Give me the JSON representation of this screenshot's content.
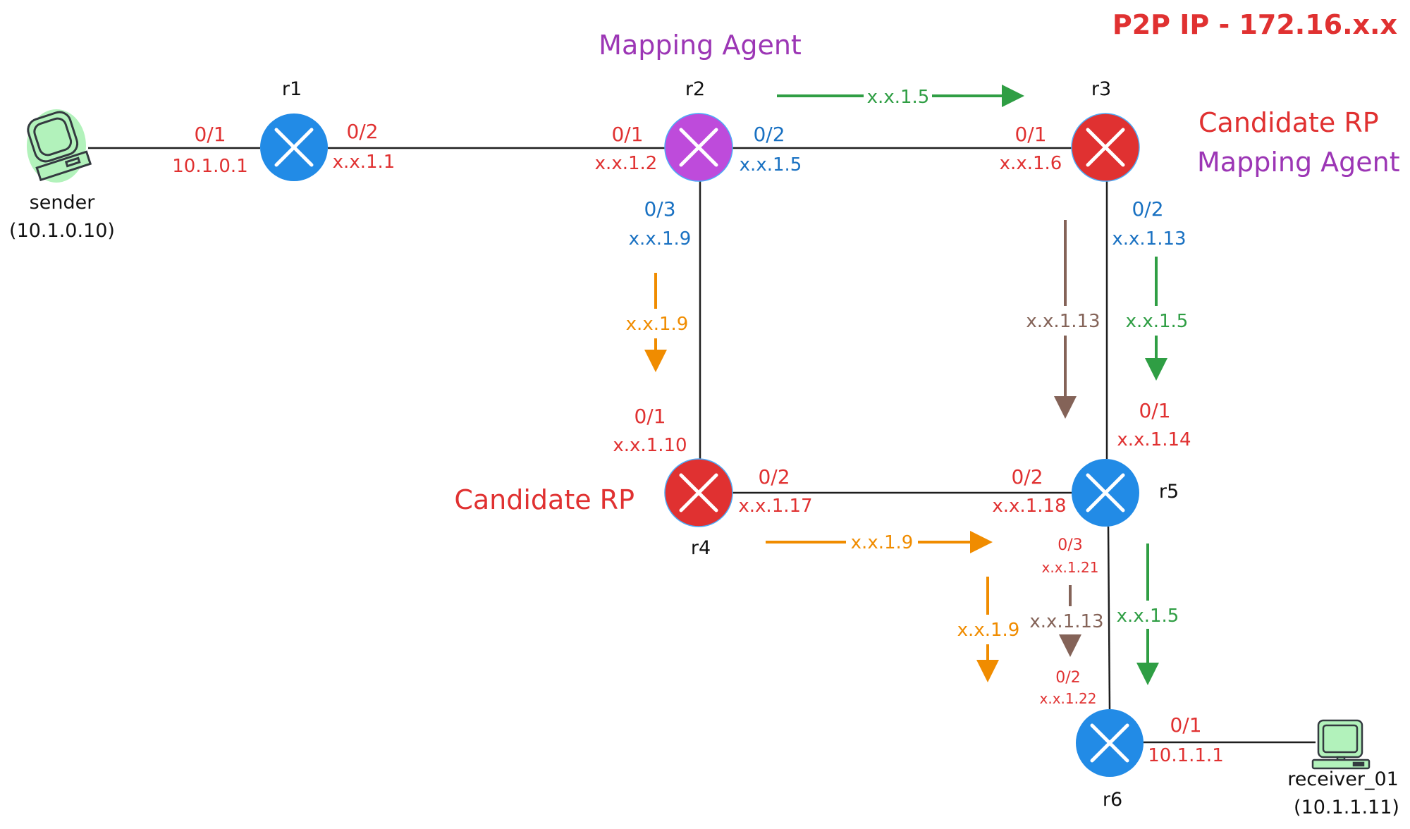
{
  "title": "P2P IP - 172.16.x.x",
  "colors": {
    "red": "#e03131",
    "blue": "#1971c2",
    "purple": "#9c36b5",
    "green": "#2f9e44",
    "orange": "#f08c00",
    "brown": "#846358",
    "router_blue": "#228be6",
    "router_red": "#e03131",
    "router_purple": "#be4bdb",
    "host_green": "#b2f2bb"
  },
  "hosts": {
    "sender": {
      "name": "sender",
      "ip": "(10.1.0.10)"
    },
    "receiver": {
      "name": "receiver_01",
      "ip": "(10.1.1.11)"
    }
  },
  "routers": {
    "r1": {
      "name": "r1"
    },
    "r2": {
      "name": "r2",
      "role": "Mapping Agent"
    },
    "r3": {
      "name": "r3",
      "role1": "Candidate RP",
      "role2": "Mapping Agent"
    },
    "r4": {
      "name": "r4",
      "role": "Candidate RP"
    },
    "r5": {
      "name": "r5"
    },
    "r6": {
      "name": "r6"
    }
  },
  "interfaces": {
    "r1_01": {
      "port": "0/1",
      "ip": "10.1.0.1"
    },
    "r1_02": {
      "port": "0/2",
      "ip": "x.x.1.1"
    },
    "r2_01": {
      "port": "0/1",
      "ip": "x.x.1.2"
    },
    "r2_02": {
      "port": "0/2",
      "ip": "x.x.1.5"
    },
    "r2_03": {
      "port": "0/3",
      "ip": "x.x.1.9"
    },
    "r3_01": {
      "port": "0/1",
      "ip": "x.x.1.6"
    },
    "r3_02": {
      "port": "0/2",
      "ip": "x.x.1.13"
    },
    "r4_01": {
      "port": "0/1",
      "ip": "x.x.1.10"
    },
    "r4_02": {
      "port": "0/2",
      "ip": "x.x.1.17"
    },
    "r5_01": {
      "port": "0/1",
      "ip": "x.x.1.14"
    },
    "r5_02": {
      "port": "0/2",
      "ip": "x.x.1.18"
    },
    "r5_03": {
      "port": "0/3",
      "ip": "x.x.1.21"
    },
    "r6_02": {
      "port": "0/2",
      "ip": "x.x.1.22"
    },
    "r6_01": {
      "port": "0/1",
      "ip": "10.1.1.1"
    }
  },
  "flows": {
    "r2_r3_green": "x.x.1.5",
    "r2_r4_orange": "x.x.1.9",
    "r3_r5_brown": "x.x.1.13",
    "r3_r5_green": "x.x.1.5",
    "r4_r5_orange": "x.x.1.9",
    "r5_r6_orange": "x.x.1.9",
    "r5_r6_brown": "x.x.1.13",
    "r5_r6_green": "x.x.1.5"
  }
}
